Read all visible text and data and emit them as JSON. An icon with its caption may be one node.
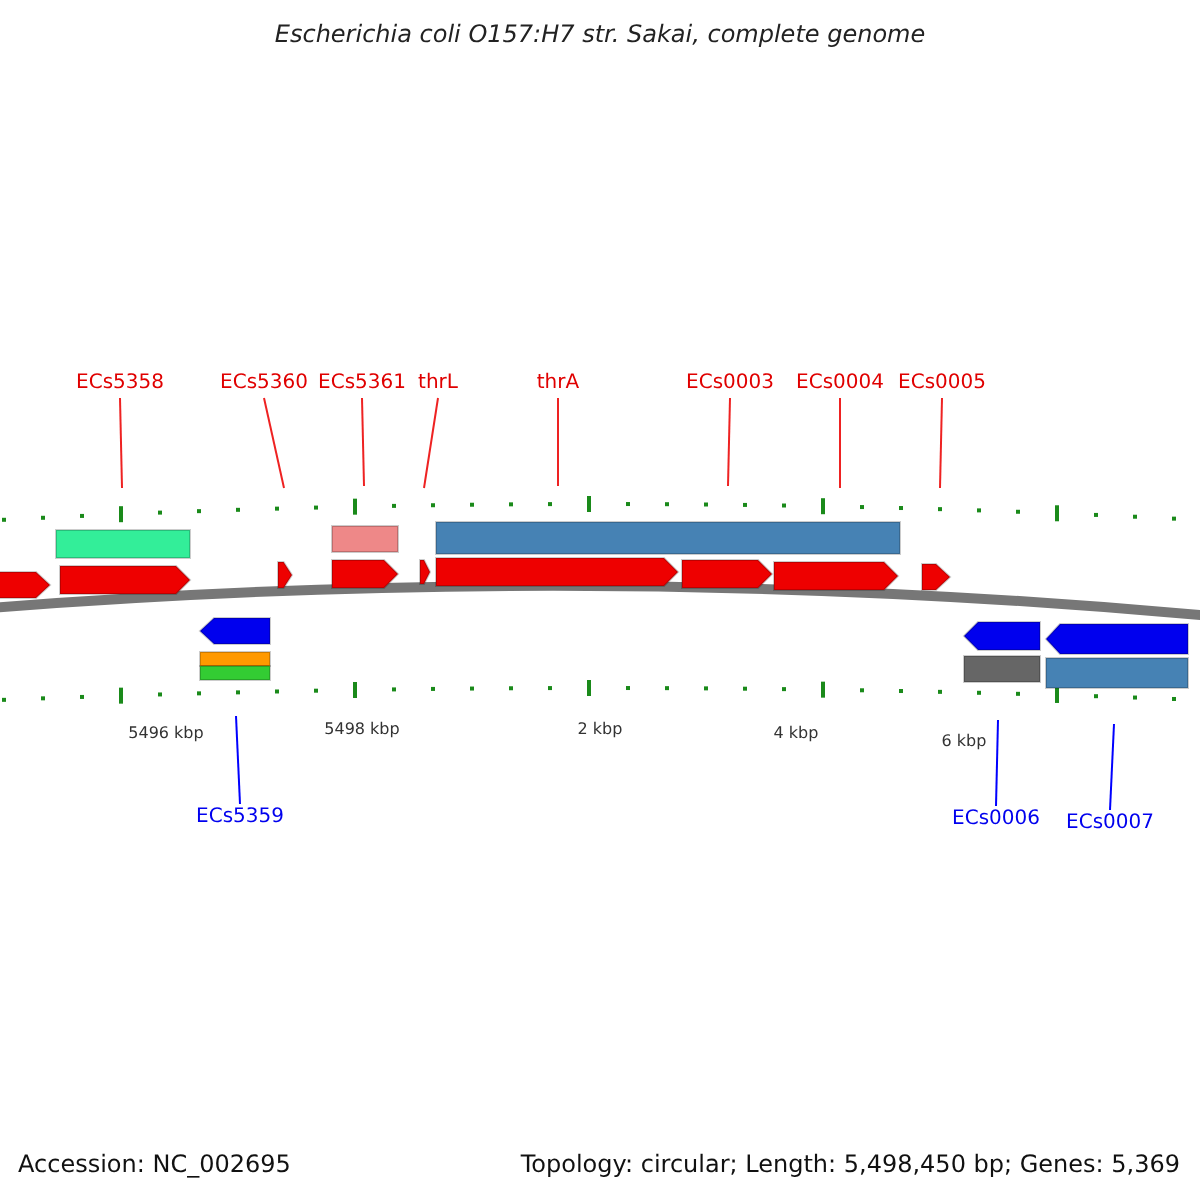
{
  "diagram": {
    "title": "Escherichia coli O157:H7 str. Sakai, complete genome",
    "nodes": [
      {
        "text": [
          "ECs5358"
        ]
      },
      {
        "text": [
          "ECs5360"
        ]
      },
      {
        "text": [
          "ECs5361"
        ]
      },
      {
        "text": [
          "thrL"
        ]
      },
      {
        "text": [
          "thrA"
        ]
      },
      {
        "text": [
          "ECs0003"
        ]
      },
      {
        "text": [
          "ECs0004"
        ]
      },
      {
        "text": [
          "ECs0005"
        ]
      },
      {
        "text": [
          "ECs5359"
        ]
      },
      {
        "text": [
          "ECs0006"
        ]
      },
      {
        "text": [
          "ECs0007"
        ]
      }
    ],
    "edges": [
      {
        "from": 0,
        "to": null,
        "arrow": "none"
      },
      {
        "from": 1,
        "to": null,
        "arrow": "none"
      },
      {
        "from": 2,
        "to": null,
        "arrow": "none"
      },
      {
        "from": 3,
        "to": null,
        "arrow": "none"
      },
      {
        "from": 4,
        "to": null,
        "arrow": "none"
      },
      {
        "from": 5,
        "to": null,
        "arrow": "none"
      },
      {
        "from": 6,
        "to": null,
        "arrow": "none"
      },
      {
        "from": 7,
        "to": null,
        "arrow": "none"
      },
      {
        "from": 8,
        "to": null,
        "arrow": "none",
        "color": "#0000ff"
      },
      {
        "from": 9,
        "to": null,
        "arrow": "none",
        "color": "#0000ff"
      },
      {
        "from": 10,
        "to": null,
        "arrow": "none",
        "color": "#0000ff"
      }
    ],
    "labels": [
      "5496 kbp",
      "5498 kbp",
      "2 kbp",
      "4 kbp",
      "6 kbp",
      "Accession: NC_002695",
      "Topology: circular; Length: 5,498,450 bp; Genes: 5,369"
    ]
  }
}
